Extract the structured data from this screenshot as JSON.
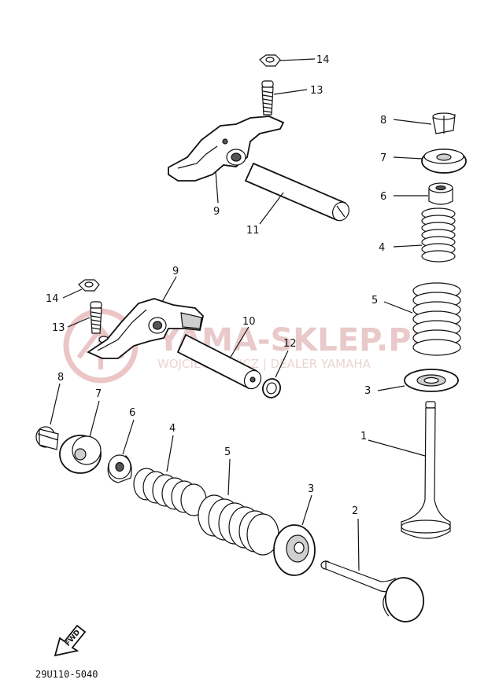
{
  "watermark": {
    "brand": "YAMA-SKLEP.PL",
    "tagline": "WOJCIECHOWICZ | DEALER YAMAHA"
  },
  "drawing_code": "29U110-5040",
  "fwd_label": "FWD",
  "labels": {
    "intake_valve": "1",
    "exhaust_valve": "2",
    "spring_seat": "3",
    "inner_spring": "4",
    "outer_spring": "5",
    "stem_seal": "6",
    "retainer": "7",
    "cotter": "8",
    "rocker_arm": "9",
    "rocker_shaft": "10",
    "rocker_shaft_upper": "11",
    "o_ring": "12",
    "adjusting_screw": "13",
    "lock_nut": "14"
  }
}
